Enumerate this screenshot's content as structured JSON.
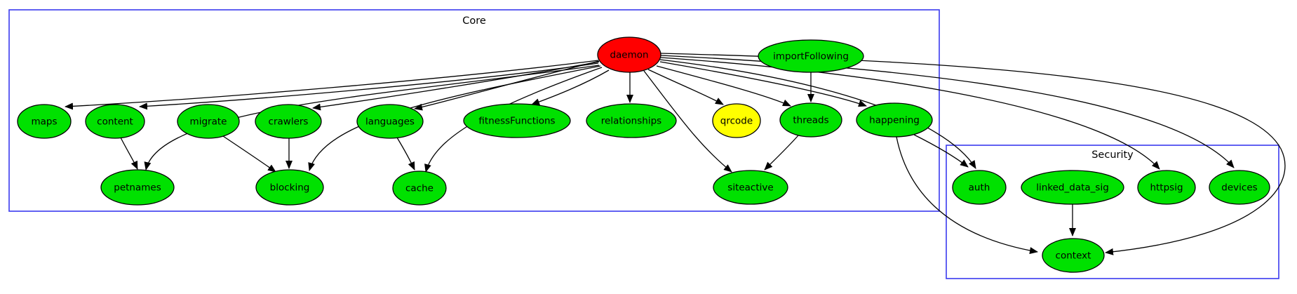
{
  "diagram": {
    "type": "dependency-graph",
    "clusters": [
      {
        "id": "core",
        "label": "Core"
      },
      {
        "id": "security",
        "label": "Security"
      }
    ],
    "colors": {
      "node_default": "#00e100",
      "node_root": "#ff0000",
      "node_highlight": "#ffff00",
      "cluster_border": "#3a3aee",
      "edge": "#000000",
      "background": "#ffffff"
    },
    "nodes": [
      {
        "id": "daemon",
        "label": "daemon",
        "color": "#ff0000",
        "cluster": "core"
      },
      {
        "id": "importFollowing",
        "label": "importFollowing",
        "color": "#00e100",
        "cluster": "core"
      },
      {
        "id": "maps",
        "label": "maps",
        "color": "#00e100",
        "cluster": "core"
      },
      {
        "id": "content",
        "label": "content",
        "color": "#00e100",
        "cluster": "core"
      },
      {
        "id": "migrate",
        "label": "migrate",
        "color": "#00e100",
        "cluster": "core"
      },
      {
        "id": "crawlers",
        "label": "crawlers",
        "color": "#00e100",
        "cluster": "core"
      },
      {
        "id": "languages",
        "label": "languages",
        "color": "#00e100",
        "cluster": "core"
      },
      {
        "id": "fitnessFunctions",
        "label": "fitnessFunctions",
        "color": "#00e100",
        "cluster": "core"
      },
      {
        "id": "relationships",
        "label": "relationships",
        "color": "#00e100",
        "cluster": "core"
      },
      {
        "id": "qrcode",
        "label": "qrcode",
        "color": "#ffff00",
        "cluster": "core"
      },
      {
        "id": "threads",
        "label": "threads",
        "color": "#00e100",
        "cluster": "core"
      },
      {
        "id": "happening",
        "label": "happening",
        "color": "#00e100",
        "cluster": "core"
      },
      {
        "id": "petnames",
        "label": "petnames",
        "color": "#00e100",
        "cluster": "core"
      },
      {
        "id": "blocking",
        "label": "blocking",
        "color": "#00e100",
        "cluster": "core"
      },
      {
        "id": "cache",
        "label": "cache",
        "color": "#00e100",
        "cluster": "core"
      },
      {
        "id": "siteactive",
        "label": "siteactive",
        "color": "#00e100",
        "cluster": "core"
      },
      {
        "id": "auth",
        "label": "auth",
        "color": "#00e100",
        "cluster": "security"
      },
      {
        "id": "linked_data_sig",
        "label": "linked_data_sig",
        "color": "#00e100",
        "cluster": "security"
      },
      {
        "id": "httpsig",
        "label": "httpsig",
        "color": "#00e100",
        "cluster": "security"
      },
      {
        "id": "devices",
        "label": "devices",
        "color": "#00e100",
        "cluster": "security"
      },
      {
        "id": "context",
        "label": "context",
        "color": "#00e100",
        "cluster": "security"
      }
    ],
    "edges": [
      "daemon->maps",
      "daemon->content",
      "daemon->petnames",
      "daemon->crawlers",
      "daemon->blocking",
      "daemon->languages",
      "daemon->cache",
      "daemon->fitnessFunctions",
      "daemon->relationships",
      "daemon->qrcode",
      "daemon->threads",
      "daemon->happening",
      "daemon->siteactive",
      "daemon->auth",
      "daemon->httpsig",
      "daemon->devices",
      "daemon->context",
      "content->petnames",
      "migrate->blocking",
      "crawlers->blocking",
      "languages->cache",
      "importFollowing->threads",
      "threads->siteactive",
      "happening->auth",
      "happening->context",
      "linked_data_sig->context"
    ]
  }
}
